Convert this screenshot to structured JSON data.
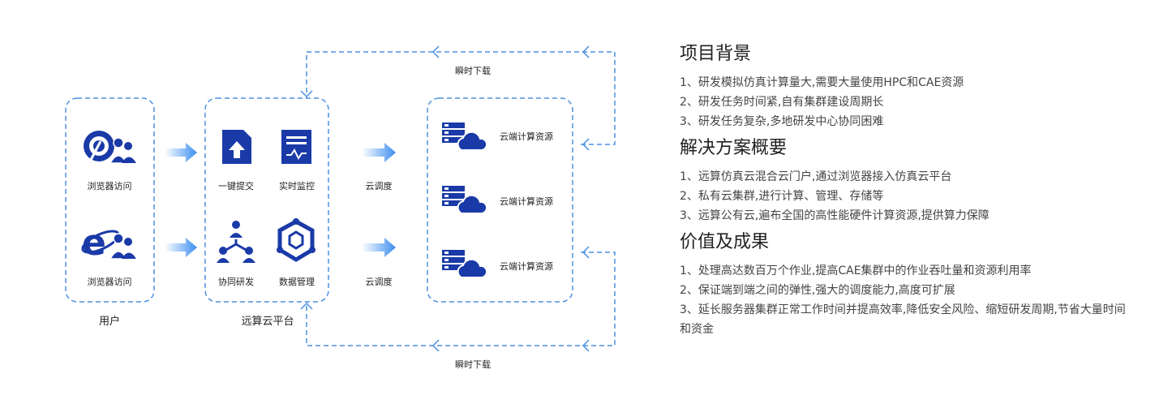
{
  "diagram": {
    "users": {
      "title": "用户",
      "items": [
        {
          "label": "浏览器访问",
          "icon": "chrome-browser-users-icon"
        },
        {
          "label": "浏览器访问",
          "icon": "ie-browser-users-icon"
        }
      ]
    },
    "platform": {
      "title": "远算云平台",
      "items": [
        {
          "label": "一键提交",
          "icon": "upload-file-icon"
        },
        {
          "label": "实时监控",
          "icon": "monitor-document-icon"
        },
        {
          "label": "协同研发",
          "icon": "collaboration-network-icon"
        },
        {
          "label": "数据管理",
          "icon": "data-hexagon-icon"
        }
      ]
    },
    "scheduling": [
      "云调度",
      "云调度"
    ],
    "resources": [
      {
        "label": "云端计算资源",
        "icon": "server-cloud-icon"
      },
      {
        "label": "云端计算资源",
        "icon": "server-cloud-icon"
      },
      {
        "label": "云端计算资源",
        "icon": "server-cloud-icon"
      }
    ],
    "download_top": "瞬时下载",
    "download_bottom": "瞬时下载",
    "colors": {
      "primary": "#1a3aa8",
      "dashed": "#4a90e2",
      "arrow": "#3d8ef0"
    }
  },
  "sections": [
    {
      "title": "项目背景",
      "items": [
        "1、研发模拟仿真计算量大,需要大量使用HPC和CAE资源",
        "2、研发任务时间紧,自有集群建设周期长",
        "3、研发任务复杂,多地研发中心协同困难"
      ]
    },
    {
      "title": "解决方案概要",
      "items": [
        "1、远算仿真云混合云门户,通过浏览器接入仿真云平台",
        "2、私有云集群,进行计算、管理、存储等",
        "3、远算公有云,遍布全国的高性能硬件计算资源,提供算力保障"
      ]
    },
    {
      "title": "价值及成果",
      "items": [
        "1、处理高达数百万个作业,提高CAE集群中的作业吞吐量和资源利用率",
        "2、保证端到端之间的弹性,强大的调度能力,高度可扩展",
        "3、延长服务器集群正常工作时间并提高效率,降低安全风险、缩短研发周期,节省大量时间和资金"
      ]
    }
  ]
}
